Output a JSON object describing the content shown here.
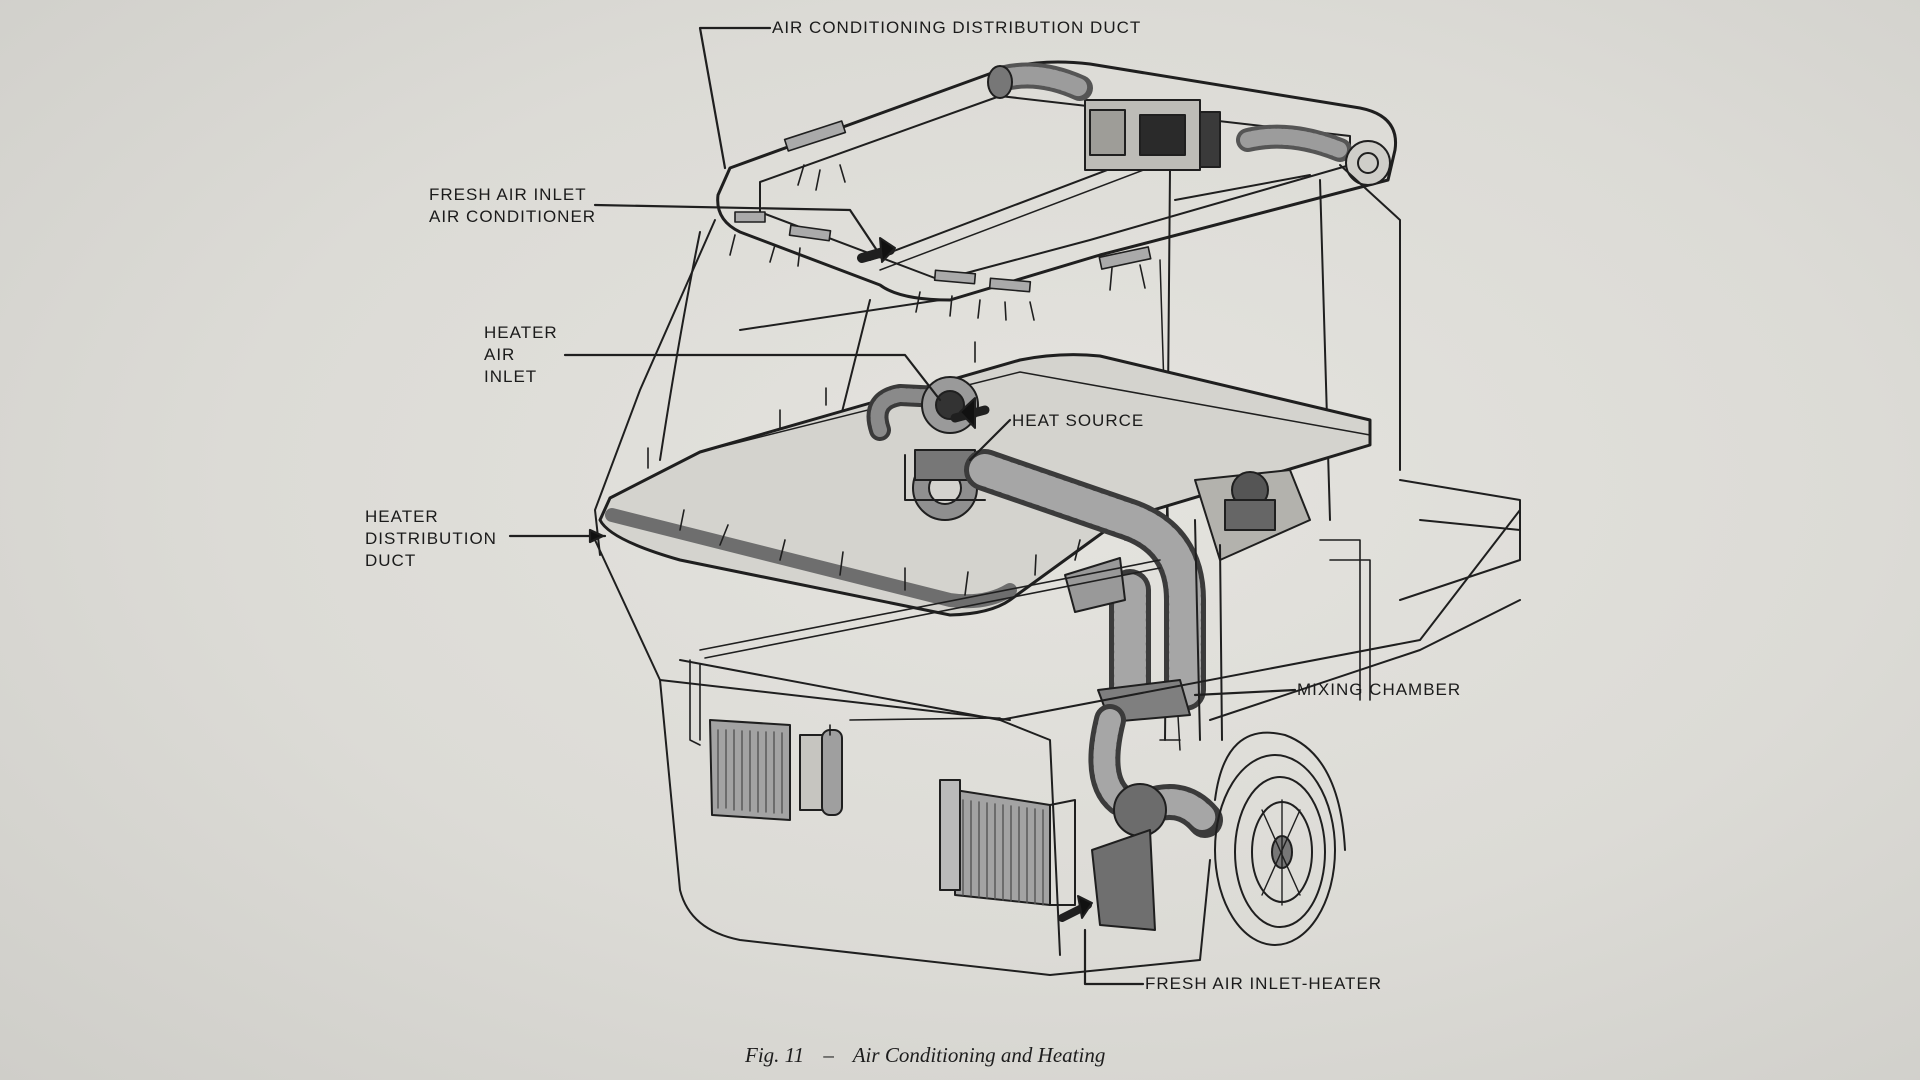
{
  "labels": {
    "ac_distribution_duct": "AIR CONDITIONING DISTRIBUTION DUCT",
    "fresh_air_inlet_ac": [
      "FRESH AIR INLET",
      "AIR CONDITIONER"
    ],
    "heater_air_inlet": [
      "HEATER",
      "AIR",
      "INLET"
    ],
    "heat_source": "HEAT SOURCE",
    "heater_distribution_duct": [
      "HEATER",
      "DISTRIBUTION",
      "DUCT"
    ],
    "mixing_chamber": "MIXING CHAMBER",
    "fresh_air_inlet_heater": "FRESH AIR INLET-HEATER"
  },
  "caption": {
    "fig": "Fig. 11",
    "dash": "–",
    "title": "Air Conditioning and Heating"
  },
  "colors": {
    "paper": "#dcdbd6",
    "ink": "#1b1b1b",
    "duct_fill": "#8d8d8d"
  }
}
